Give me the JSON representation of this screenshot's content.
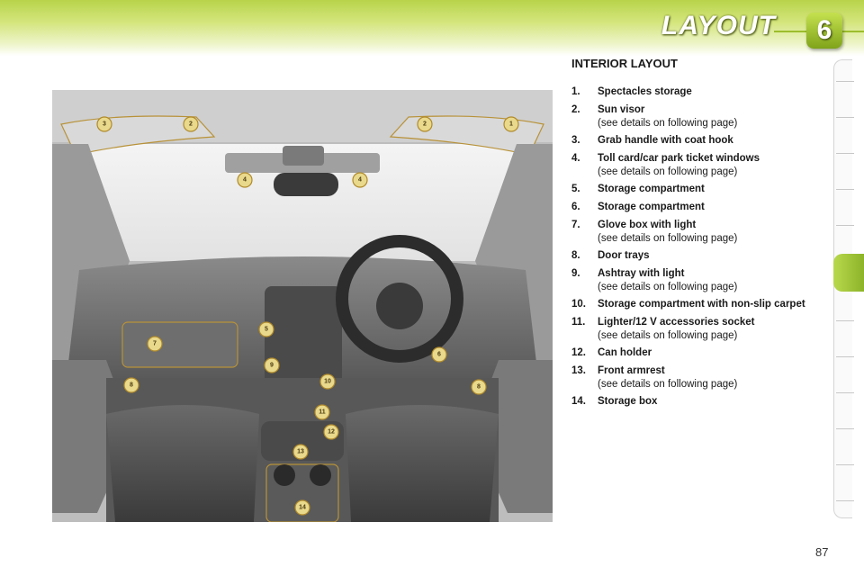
{
  "header": {
    "title": "LAYOUT",
    "chapter": "6"
  },
  "section": {
    "title": "INTERIOR LAYOUT"
  },
  "items": [
    {
      "num": "1.",
      "label": "Spectacles storage",
      "note": ""
    },
    {
      "num": "2.",
      "label": "Sun visor",
      "note": "(see details on following page)"
    },
    {
      "num": "3.",
      "label": "Grab handle with coat hook",
      "note": ""
    },
    {
      "num": "4.",
      "label": "Toll card/car park ticket windows",
      "note": "(see details on following page)"
    },
    {
      "num": "5.",
      "label": "Storage compartment",
      "note": ""
    },
    {
      "num": "6.",
      "label": "Storage compartment",
      "note": ""
    },
    {
      "num": "7.",
      "label": "Glove box with light",
      "note": "(see details on following page)"
    },
    {
      "num": "8.",
      "label": "Door trays",
      "note": ""
    },
    {
      "num": "9.",
      "label": "Ashtray with light",
      "note": "(see details on following page)"
    },
    {
      "num": "10.",
      "label": "Storage compartment with non-slip carpet",
      "note": ""
    },
    {
      "num": "11.",
      "label": "Lighter/12 V accessories socket",
      "note": "(see details on following page)"
    },
    {
      "num": "12.",
      "label": "Can holder",
      "note": ""
    },
    {
      "num": "13.",
      "label": "Front armrest",
      "note": "(see details on following page)"
    },
    {
      "num": "14.",
      "label": "Storage box",
      "note": ""
    }
  ],
  "callouts": [
    "3",
    "2",
    "2",
    "1",
    "4",
    "4",
    "5",
    "7",
    "9",
    "6",
    "8",
    "10",
    "8",
    "11",
    "12",
    "13",
    "14"
  ],
  "footer": {
    "page": "87"
  },
  "colors": {
    "accent": "#9cbc2c",
    "callout": "#e9d98c"
  }
}
